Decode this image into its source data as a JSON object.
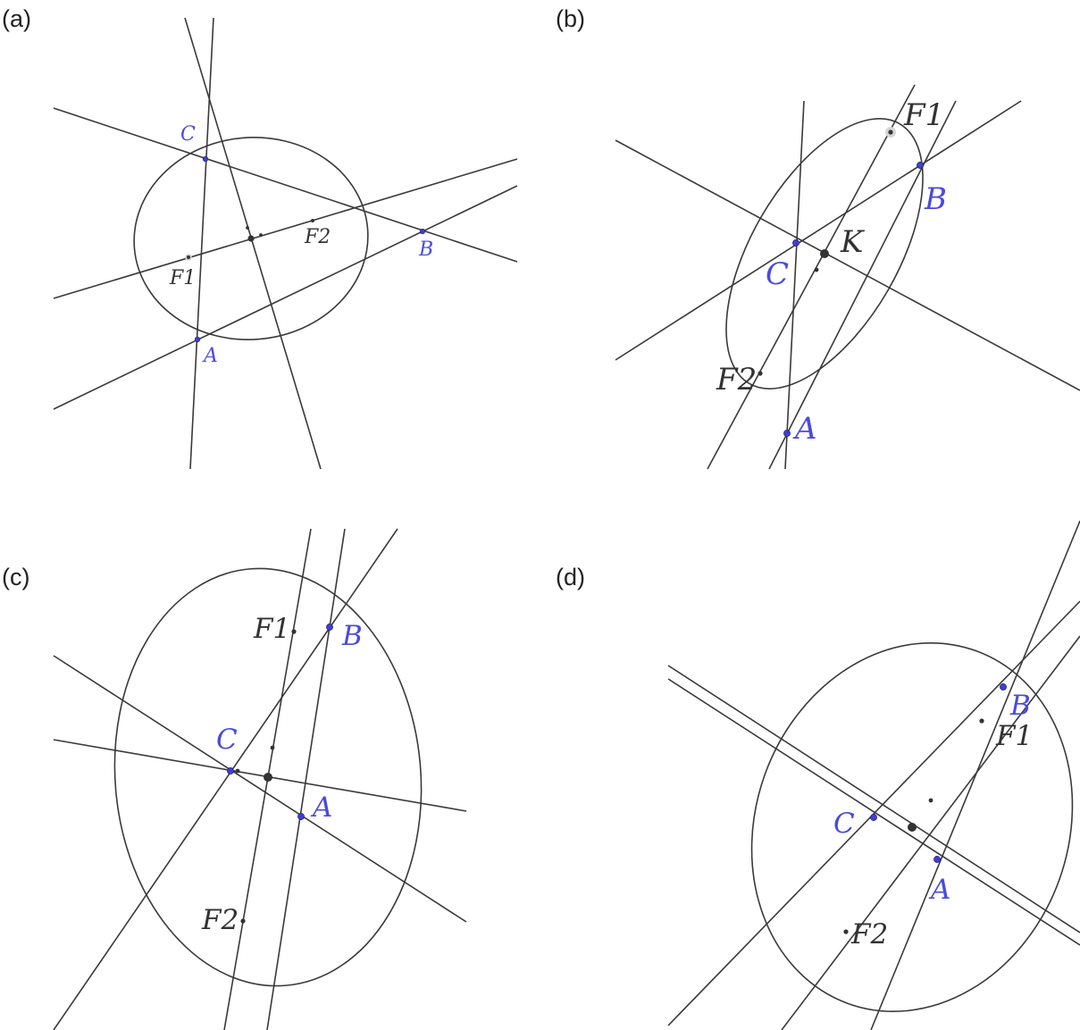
{
  "colors": {
    "line": "#3a3a3a",
    "point_blue": "#3f3fd0",
    "label_blue": "#4a4ae0",
    "label_dark": "#333333",
    "dot_dark": "#333333"
  },
  "panels": [
    {
      "tag": "(a)",
      "points": [
        {
          "label": "A"
        },
        {
          "label": "B"
        },
        {
          "label": "C"
        },
        {
          "label": "F1"
        },
        {
          "label": "F2"
        }
      ]
    },
    {
      "tag": "(b)",
      "points": [
        {
          "label": "F1"
        },
        {
          "label": "B"
        },
        {
          "label": "K"
        },
        {
          "label": "C"
        },
        {
          "label": "F2"
        },
        {
          "label": "A"
        }
      ]
    },
    {
      "tag": "(c)",
      "points": [
        {
          "label": "F1"
        },
        {
          "label": "B"
        },
        {
          "label": "C"
        },
        {
          "label": "A"
        },
        {
          "label": "F2"
        }
      ]
    },
    {
      "tag": "(d)",
      "points": [
        {
          "label": "B"
        },
        {
          "label": "F1"
        },
        {
          "label": "C"
        },
        {
          "label": "A"
        },
        {
          "label": "F2"
        }
      ]
    }
  ]
}
